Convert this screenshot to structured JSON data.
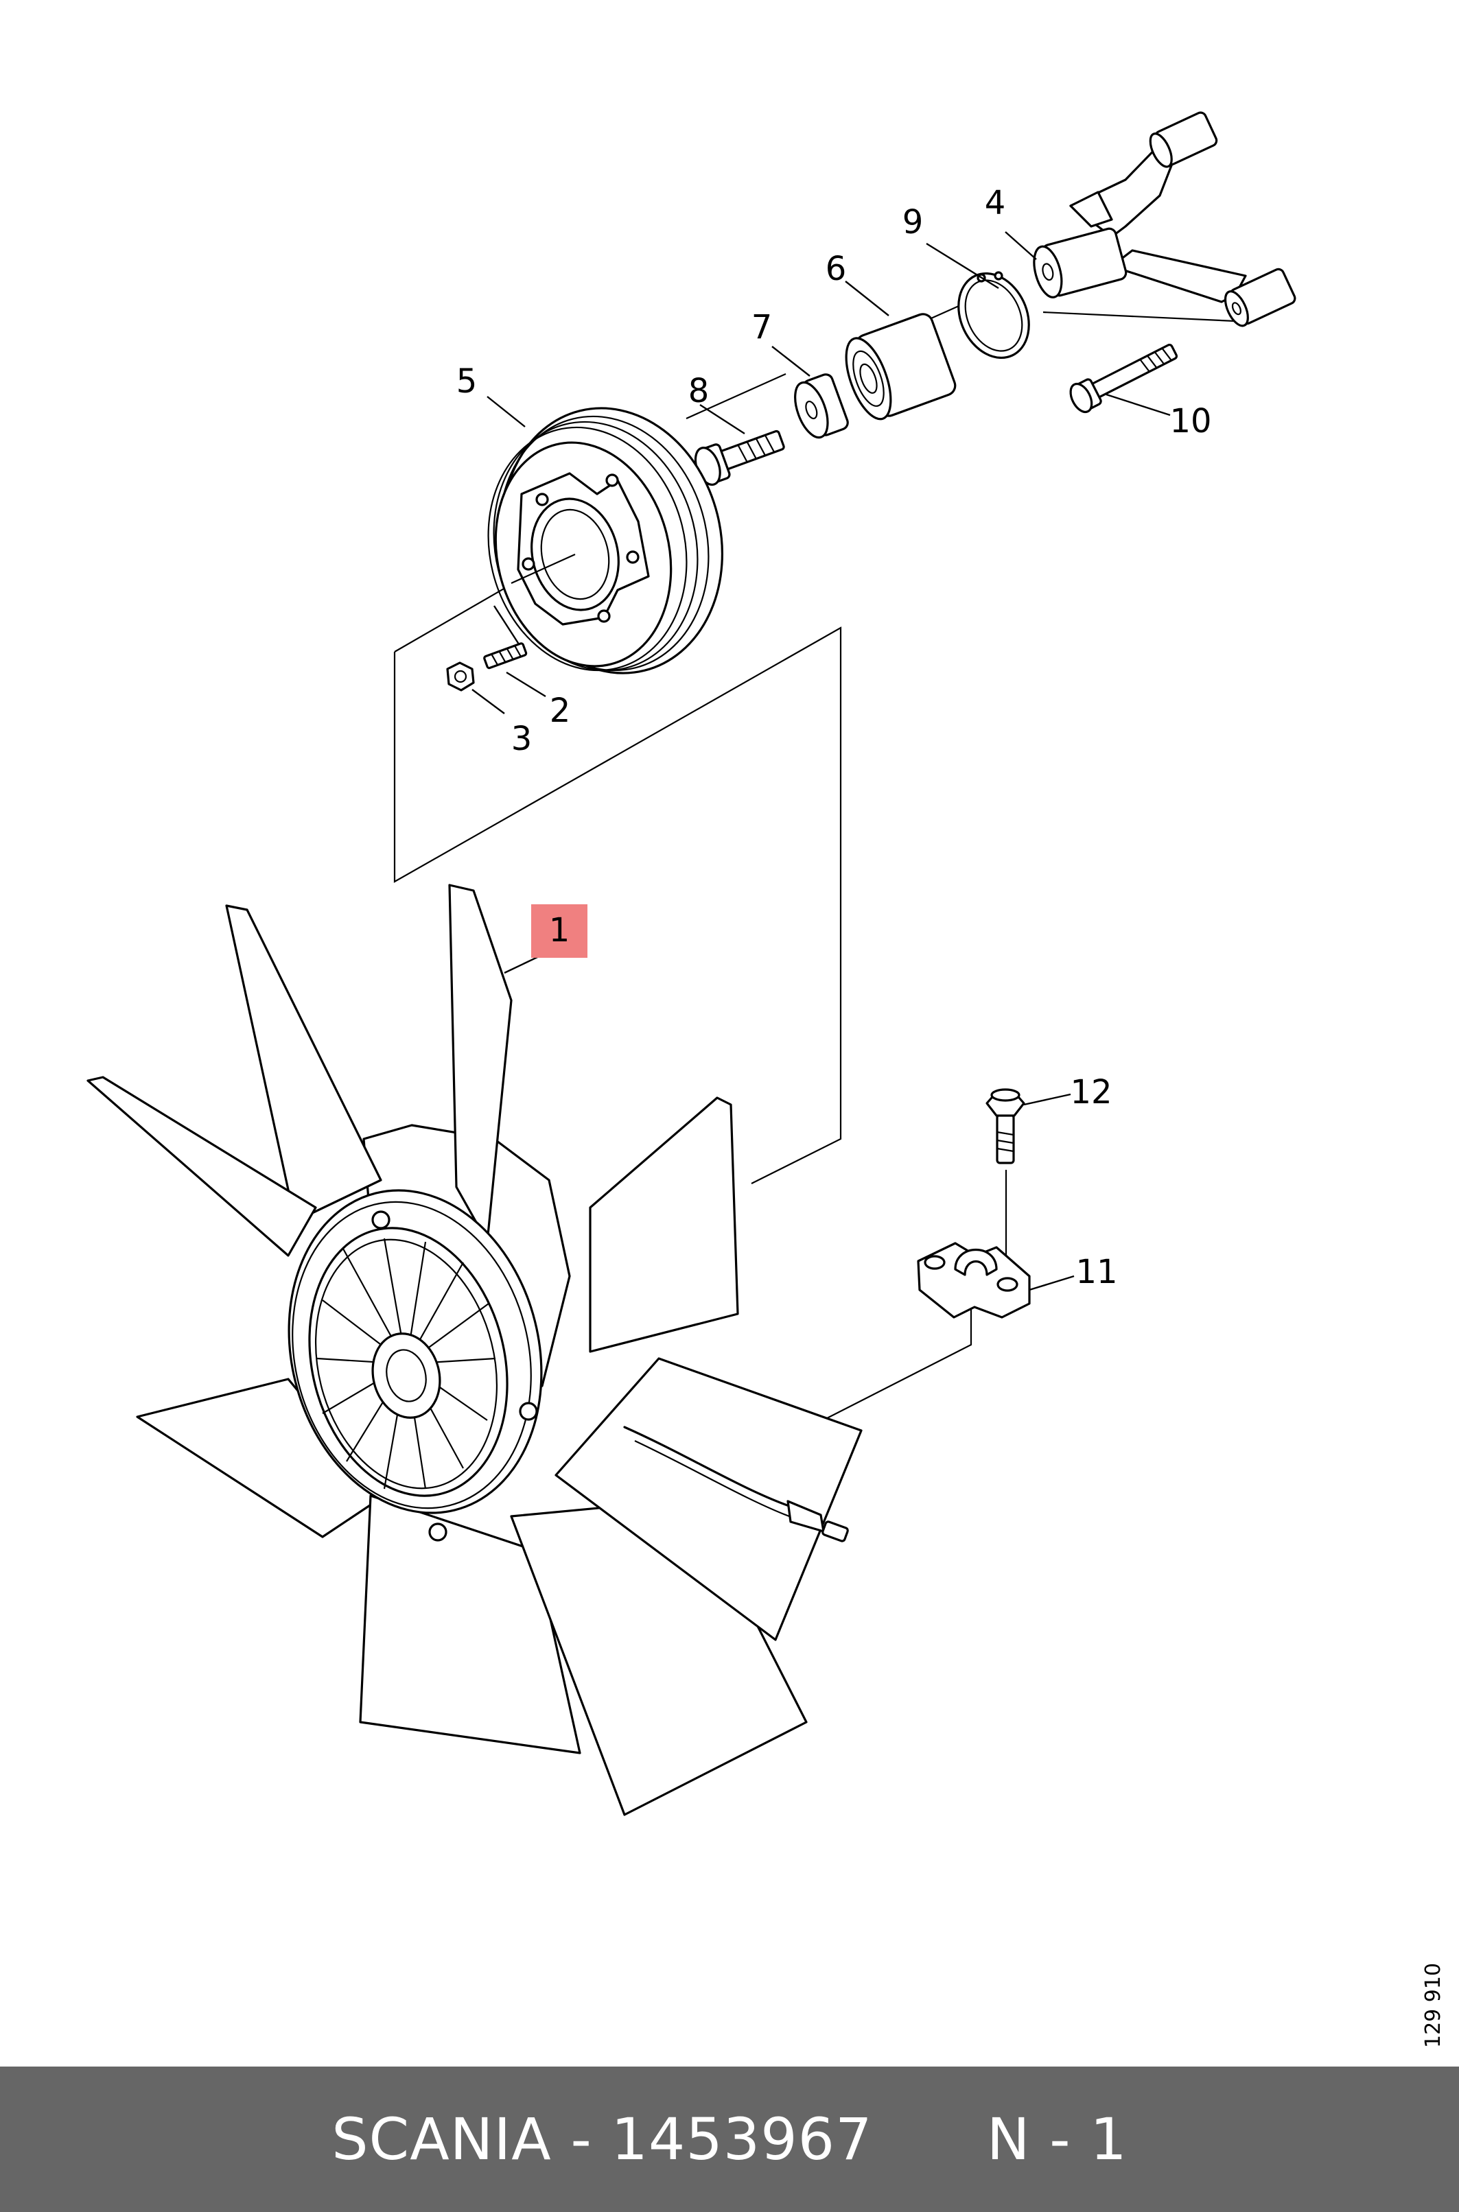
{
  "callouts": {
    "c1": "1",
    "c2": "2",
    "c3": "3",
    "c4": "4",
    "c5": "5",
    "c6": "6",
    "c7": "7",
    "c8": "8",
    "c9": "9",
    "c10": "10",
    "c11": "11",
    "c12": "12"
  },
  "highlight_color": "#f08080",
  "reference_number": "129 910",
  "footer": {
    "text": "SCANIA - 1453967      N - 1",
    "background": "#666666"
  }
}
